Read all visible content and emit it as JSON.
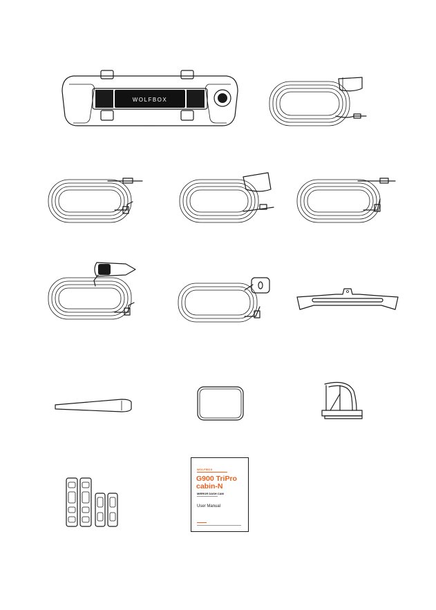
{
  "manual": {
    "brand": "WOLFBOX",
    "title_line1": "G900 TriPro",
    "title_line2": "cabin-N",
    "subtitle": "MIRROR DASH CAM",
    "label": "User Manual"
  },
  "mirror": {
    "brand": "WOLFBOX"
  },
  "colors": {
    "line": "#1a1a1a",
    "accent": "#e8601c"
  }
}
